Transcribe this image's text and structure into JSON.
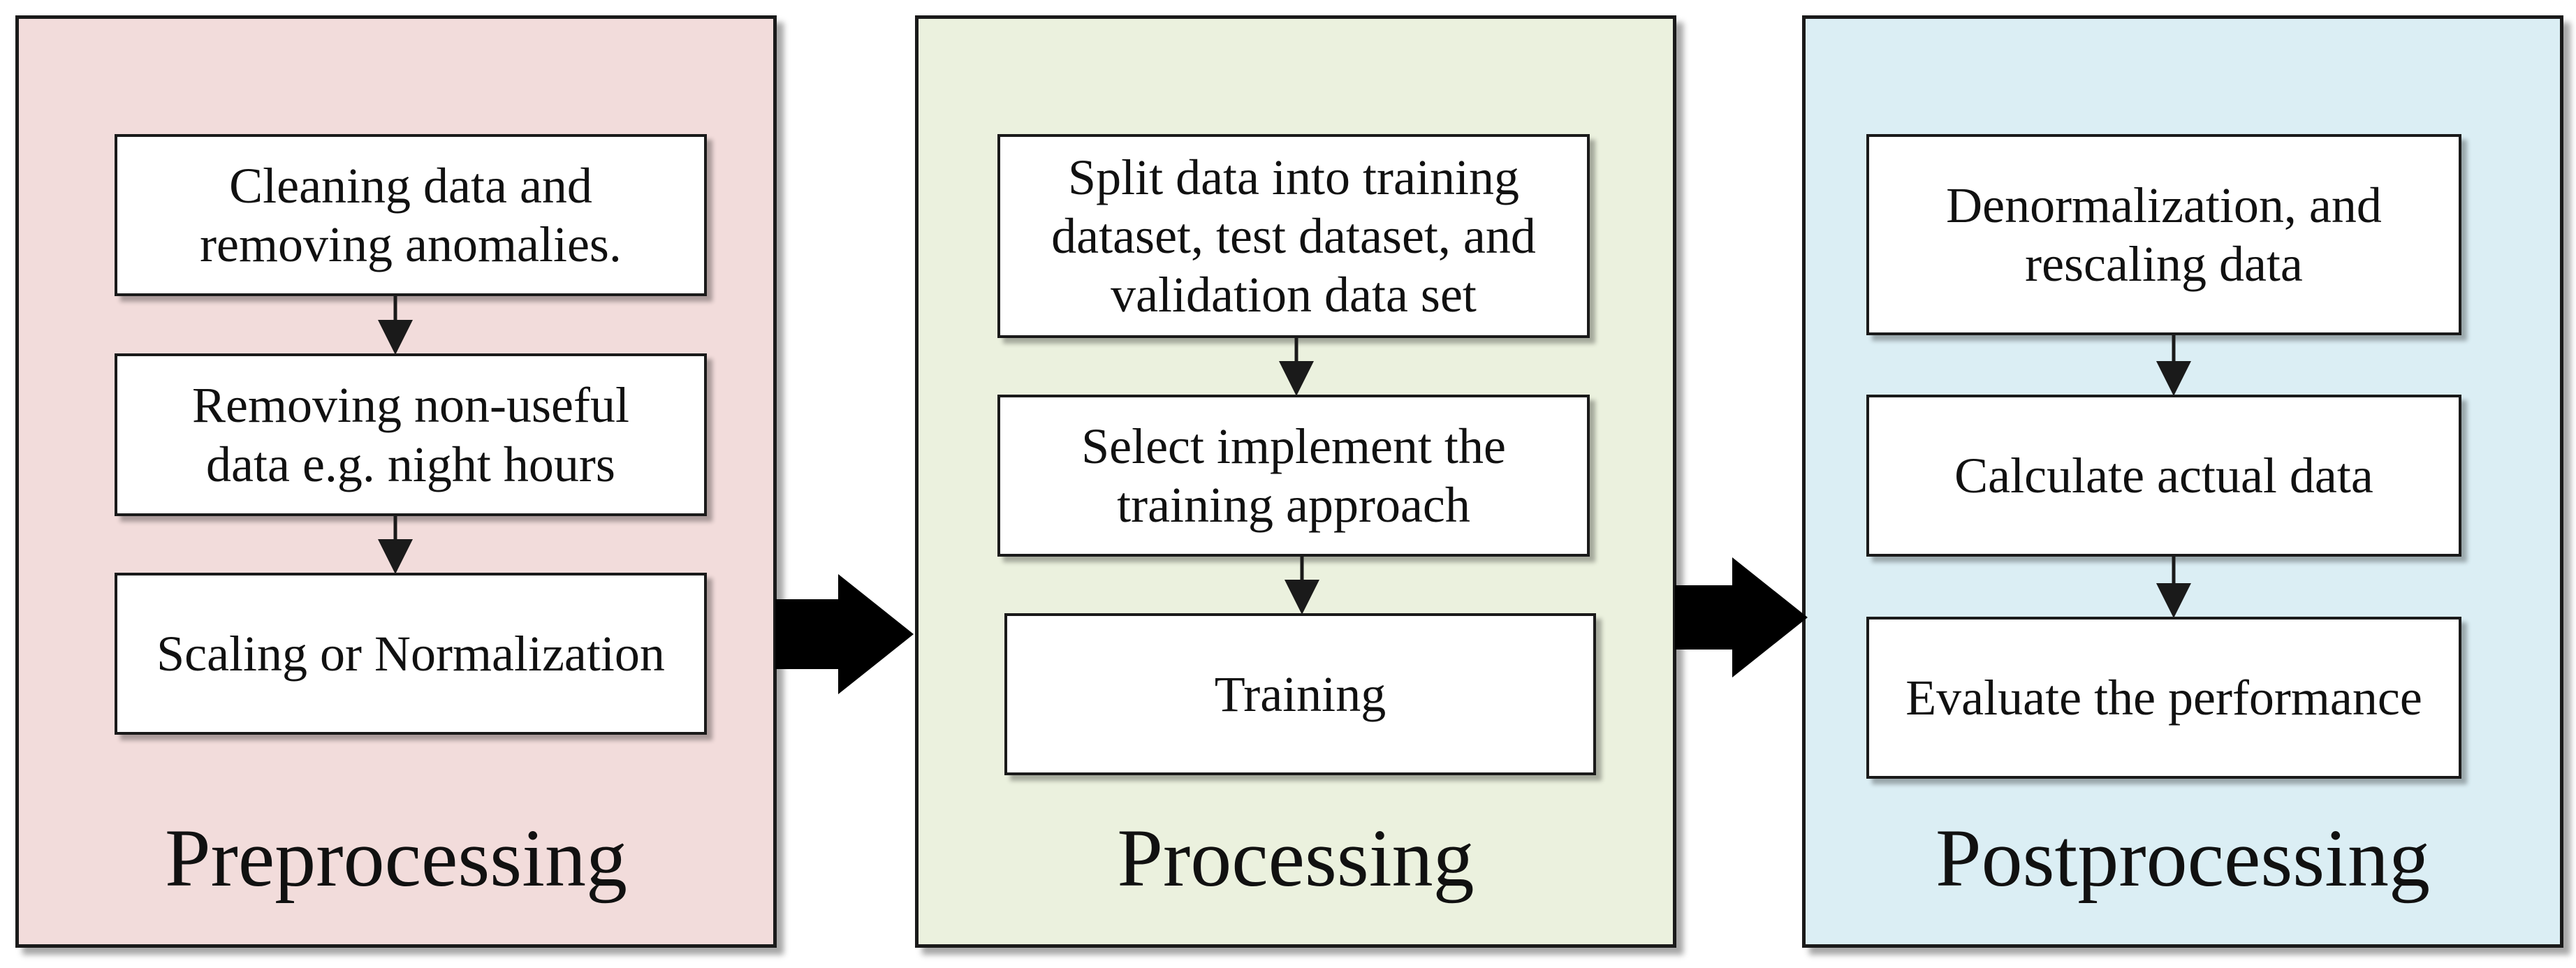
{
  "colors": {
    "preprocessing_panel": "#f2dcdb",
    "processing_panel": "#ebf1de",
    "postprocessing_panel": "#dbeef4",
    "border": "#1a1a1a"
  },
  "panels": [
    {
      "label": "Preprocessing",
      "steps": [
        "Cleaning data and\nremoving anomalies.",
        "Removing non-useful\ndata e.g. night hours",
        "Scaling or Normalization"
      ]
    },
    {
      "label": "Processing",
      "steps": [
        "Split data into training\ndataset, test dataset, and\nvalidation data set",
        "Select implement the\ntraining approach",
        "Training"
      ]
    },
    {
      "label": "Postprocessing",
      "steps": [
        "Denormalization, and\nrescaling data",
        "Calculate actual data",
        "Evaluate the performance"
      ]
    }
  ]
}
